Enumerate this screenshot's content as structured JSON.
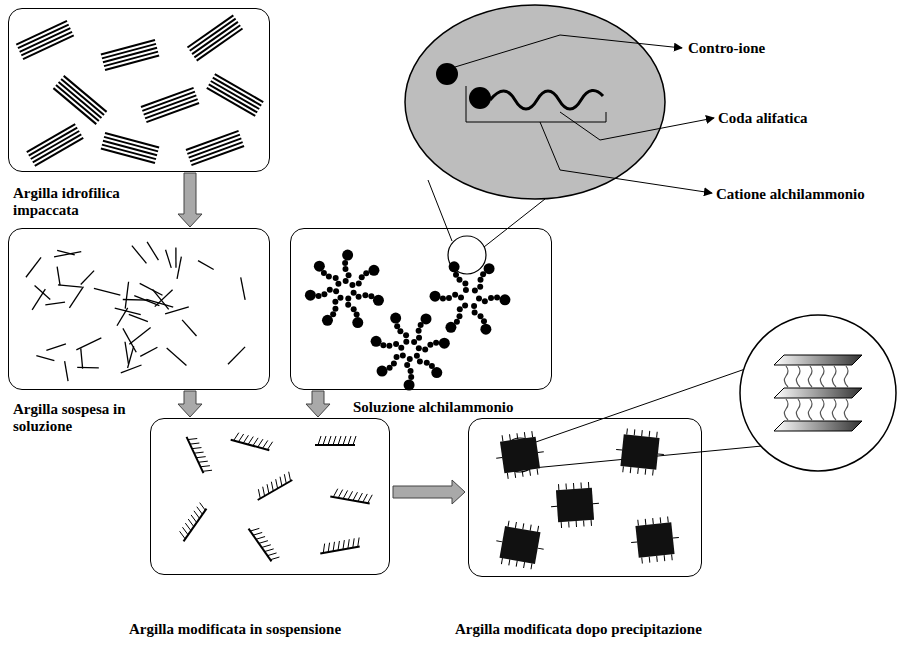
{
  "diagram": {
    "nodes": [
      {
        "text": [
          "Argilla idrofilica impaccata"
        ]
      },
      {
        "text": [
          "Argilla sospesa in soluzione"
        ]
      },
      {
        "text": [
          "Soluzione alchilammonio"
        ]
      },
      {
        "text": [
          "Argilla modificata in sospensione"
        ]
      },
      {
        "text": [
          "Argilla modificata dopo precipitazione"
        ]
      }
    ],
    "edges": [
      {
        "from": 0,
        "to": 1,
        "arrow": "to"
      },
      {
        "from": 1,
        "to": 3,
        "arrow": "to"
      },
      {
        "from": 2,
        "to": 3,
        "arrow": "to"
      },
      {
        "from": 3,
        "to": 4,
        "arrow": "to"
      }
    ],
    "labels": [
      "Contro-ione",
      "Coda alifatica",
      "Catione alchilammonio"
    ]
  }
}
